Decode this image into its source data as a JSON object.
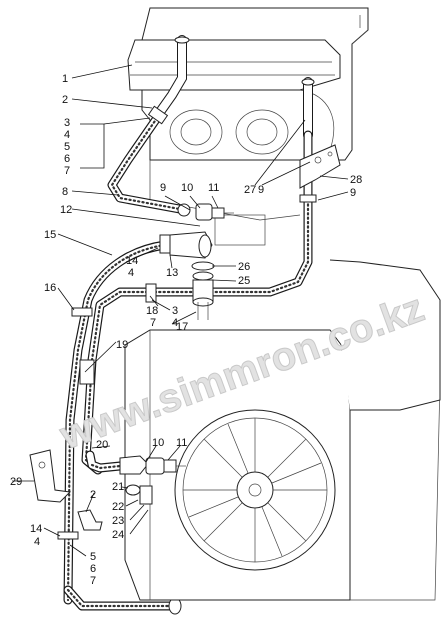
{
  "watermark": "www.simmron.co.kz",
  "callouts": [
    {
      "id": "c1",
      "text": "1"
    },
    {
      "id": "c2",
      "text": "2"
    },
    {
      "id": "c3",
      "text": "3"
    },
    {
      "id": "c4a",
      "text": "4"
    },
    {
      "id": "c5a",
      "text": "5"
    },
    {
      "id": "c6a",
      "text": "6"
    },
    {
      "id": "c7a",
      "text": "7"
    },
    {
      "id": "c8",
      "text": "8"
    },
    {
      "id": "c9a",
      "text": "9"
    },
    {
      "id": "c10a",
      "text": "10"
    },
    {
      "id": "c11a",
      "text": "11"
    },
    {
      "id": "c27",
      "text": "27"
    },
    {
      "id": "c9b",
      "text": "9"
    },
    {
      "id": "c28",
      "text": "28"
    },
    {
      "id": "c9c",
      "text": "9"
    },
    {
      "id": "c12",
      "text": "12"
    },
    {
      "id": "c15",
      "text": "15"
    },
    {
      "id": "c14a",
      "text": "14"
    },
    {
      "id": "c4b",
      "text": "4"
    },
    {
      "id": "c13",
      "text": "13"
    },
    {
      "id": "c26",
      "text": "26"
    },
    {
      "id": "c25",
      "text": "25"
    },
    {
      "id": "c16",
      "text": "16"
    },
    {
      "id": "c18",
      "text": "18"
    },
    {
      "id": "c3b",
      "text": "3"
    },
    {
      "id": "c7b",
      "text": "7"
    },
    {
      "id": "c4c",
      "text": "4"
    },
    {
      "id": "c17",
      "text": "17"
    },
    {
      "id": "c19",
      "text": "19"
    },
    {
      "id": "c20",
      "text": "20"
    },
    {
      "id": "c10b",
      "text": "10"
    },
    {
      "id": "c11b",
      "text": "11"
    },
    {
      "id": "c29",
      "text": "29"
    },
    {
      "id": "c21",
      "text": "21"
    },
    {
      "id": "c2b",
      "text": "2"
    },
    {
      "id": "c22",
      "text": "22"
    },
    {
      "id": "c23",
      "text": "23"
    },
    {
      "id": "c24",
      "text": "24"
    },
    {
      "id": "c14b",
      "text": "14"
    },
    {
      "id": "c4d",
      "text": "4"
    },
    {
      "id": "c5b",
      "text": "5"
    },
    {
      "id": "c6b",
      "text": "6"
    },
    {
      "id": "c7c",
      "text": "7"
    }
  ]
}
